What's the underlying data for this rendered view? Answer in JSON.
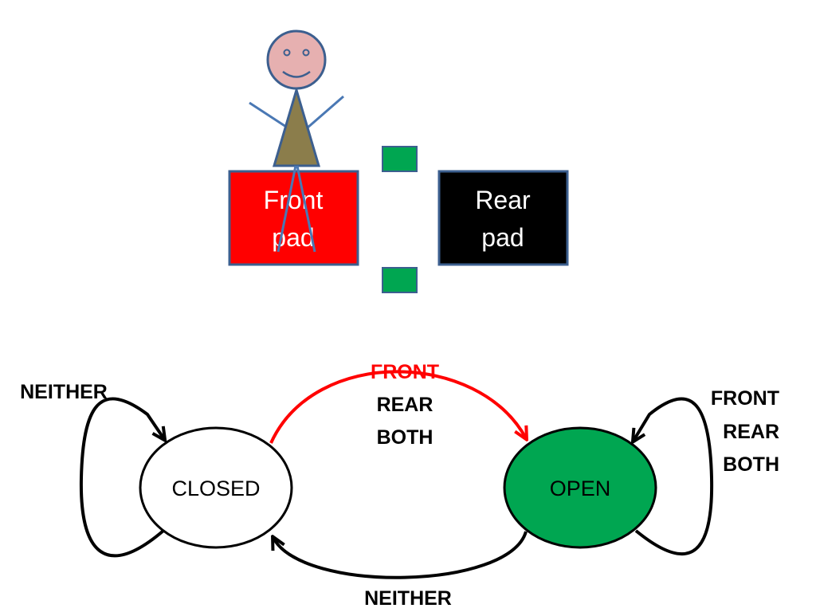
{
  "scene": {
    "front_pad": {
      "line1": "Front",
      "line2": "pad"
    },
    "rear_pad": {
      "line1": "Rear",
      "line2": "pad"
    }
  },
  "state_machine": {
    "states": {
      "closed": "CLOSED",
      "open": "OPEN"
    },
    "edges": {
      "closed_self_loop": "NEITHER",
      "closed_to_open": {
        "front": "FRONT",
        "rear": "REAR",
        "both": "BOTH"
      },
      "open_self_loop": {
        "front": "FRONT",
        "rear": "REAR",
        "both": "BOTH"
      },
      "open_to_closed": "NEITHER"
    }
  },
  "colors": {
    "front_pad": "#ff0000",
    "rear_pad": "#000000",
    "pad_border": "#3c5f8f",
    "sensor": "#00a651",
    "open_state": "#00a651",
    "front_edge": "#ff0000",
    "person_head": "#e6b0b0",
    "person_body": "#8b7d4b",
    "person_limbs": "#4a78b4"
  }
}
